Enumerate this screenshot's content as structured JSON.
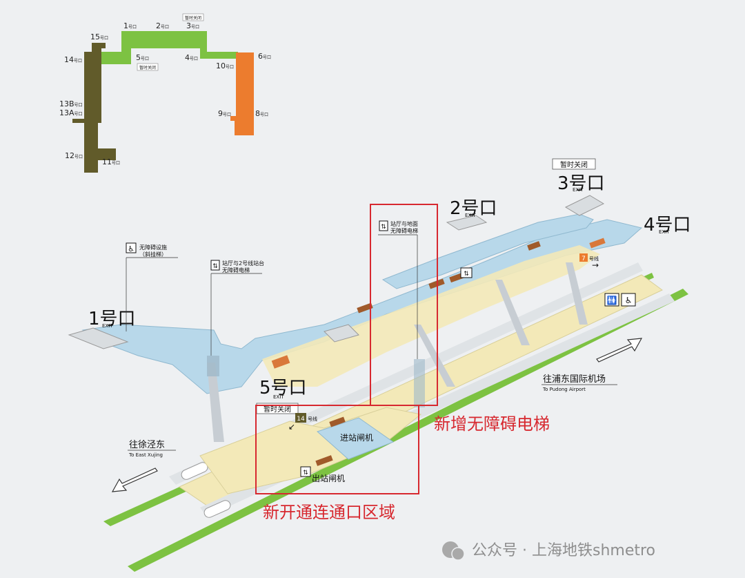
{
  "minimap": {
    "exits": [
      {
        "num": "1",
        "suffix": "号口"
      },
      {
        "num": "2",
        "suffix": "号口"
      },
      {
        "num": "3",
        "suffix": "号口",
        "note": "暂时关闭"
      },
      {
        "num": "15",
        "suffix": "号口"
      },
      {
        "num": "5",
        "suffix": "号口",
        "note": "暂时关闭"
      },
      {
        "num": "4",
        "suffix": "号口"
      },
      {
        "num": "14",
        "suffix": "号口"
      },
      {
        "num": "10",
        "suffix": "号口"
      },
      {
        "num": "6",
        "suffix": "号口"
      },
      {
        "num": "13B",
        "suffix": "号口"
      },
      {
        "num": "13A",
        "suffix": "号口"
      },
      {
        "num": "9",
        "suffix": "号口"
      },
      {
        "num": "8",
        "suffix": "号口"
      },
      {
        "num": "12",
        "suffix": "号口"
      },
      {
        "num": "11",
        "suffix": "号口"
      }
    ],
    "colors": {
      "line2": "#7dc242",
      "line14": "#615b2a",
      "line7": "#ec7c2e"
    }
  },
  "main": {
    "exits": {
      "e1": {
        "num": "1号口",
        "sub": "EXIT"
      },
      "e2": {
        "num": "2号口",
        "sub": "EXIT"
      },
      "e3": {
        "num": "3号口",
        "sub": "EXIT",
        "note": "暂时关闭"
      },
      "e4": {
        "num": "4号口",
        "sub": "EXIT"
      },
      "e5": {
        "num": "5号口",
        "sub": "EXIT",
        "note": "暂时关闭"
      }
    },
    "callouts": {
      "ramp_l1": "无障碍设施",
      "ramp_l2": "（斜挂梯）",
      "lift_hall_l1": "站厅与2号线站台",
      "lift_hall_l2": "无障碍电梯",
      "lift_ground_l1": "站厅与地面",
      "lift_ground_l2": "无障碍电梯"
    },
    "directions": {
      "east_cn": "往浦东国际机场",
      "east_en": "To Pudong Airport",
      "west_cn": "往徐泾东",
      "west_en": "To East Xujing"
    },
    "gates": {
      "entry": "进站闸机",
      "exit": "出站闸机"
    },
    "line_tags": {
      "l14_num": "14",
      "l14_txt": "号线",
      "l7_num": "7",
      "l7_txt": "号线"
    },
    "highlights": {
      "new_elevator": "新增无障碍电梯",
      "new_passage": "新开通连通口区域"
    },
    "colors": {
      "highlight_red": "#d7282f",
      "floor_blue": "#b8d8ea",
      "platform": "#f3e9b8",
      "track_green": "#7dc242"
    }
  },
  "watermark": {
    "text": "公众号 · 上海地铁shmetro"
  }
}
